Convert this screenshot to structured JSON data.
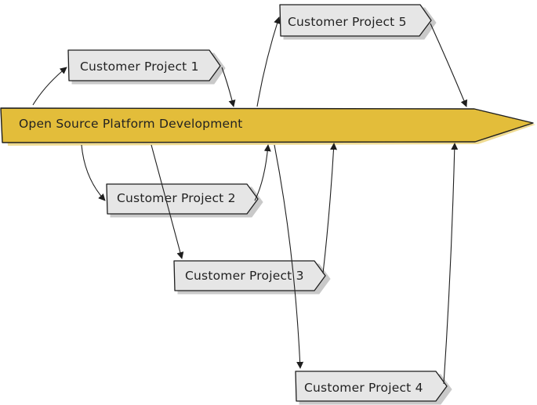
{
  "colors": {
    "main_arrow_fill": "#e3bd3a",
    "box_fill": "#e6e6e6",
    "box_shadow": "#c9c9c9",
    "ink": "#1e1e1e"
  },
  "main_arrow": {
    "label": "Open Source Platform Development"
  },
  "projects": [
    {
      "id": "p1",
      "label": "Customer Project 1"
    },
    {
      "id": "p2",
      "label": "Customer Project 2"
    },
    {
      "id": "p3",
      "label": "Customer Project 3"
    },
    {
      "id": "p4",
      "label": "Customer Project 4"
    },
    {
      "id": "p5",
      "label": "Customer Project 5"
    }
  ]
}
